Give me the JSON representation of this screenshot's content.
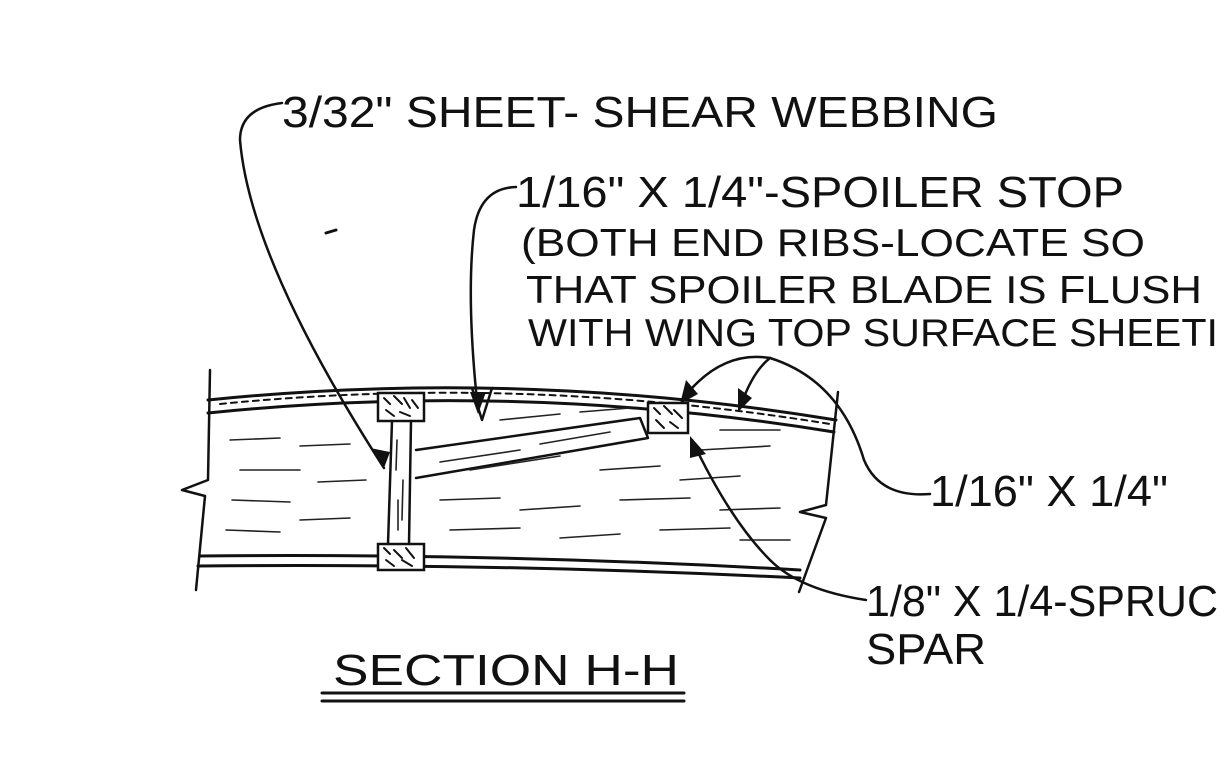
{
  "labels": {
    "shear_webbing": "3/32\" SHEET- SHEAR WEBBING",
    "spoiler_stop_1": "1/16\" X 1/4\"-SPOILER STOP",
    "spoiler_stop_2": "(BOTH END RIBS-LOCATE SO",
    "spoiler_stop_3": "THAT SPOILER BLADE IS FLUSH",
    "spoiler_stop_4": "WITH WING TOP SURFACE SHEETI",
    "strip": "1/16\" X 1/4\"",
    "spar_1": "1/8\" X 1/4-SPRUC",
    "spar_2": "SPAR",
    "section_title": "SECTION  H-H"
  },
  "colors": {
    "ink": "#111111",
    "background": "#ffffff"
  }
}
